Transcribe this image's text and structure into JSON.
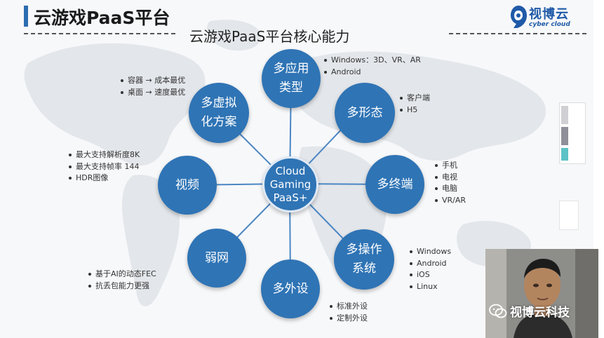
{
  "slide": {
    "title": "云游戏PaaS平台",
    "subtitle": "云游戏PaaS平台核心能力"
  },
  "logo": {
    "name_cn": "视博云",
    "name_en": "cyber cloud"
  },
  "center_node": {
    "label": "Cloud\nGaming\nPaaS+"
  },
  "nodes": {
    "app_types": {
      "label": "多应用\n类型",
      "bullets": [
        "Windows：3D、VR、AR",
        "Android"
      ]
    },
    "forms": {
      "label": "多形态",
      "bullets": [
        "客户端",
        "H5"
      ]
    },
    "terminals": {
      "label": "多终端",
      "bullets": [
        "手机",
        "电视",
        "电脑",
        "VR/AR"
      ]
    },
    "os": {
      "label": "多操作\n系统",
      "bullets": [
        "Windows",
        "Android",
        "iOS",
        "Linux"
      ]
    },
    "peripherals": {
      "label": "多外设",
      "bullets": [
        "标准外设",
        "定制外设"
      ]
    },
    "weak_network": {
      "label": "弱网",
      "bullets": [
        "基于AI的动态FEC",
        "抗丢包能力更强"
      ]
    },
    "video": {
      "label": "视频",
      "bullets": [
        "最大支持解析度8K",
        "最大支持帧率 144",
        "HDR图像"
      ]
    },
    "virtualization": {
      "label": "多虚拟\n化方案",
      "bullets": [
        "容器 → 成本最优",
        "桌面 → 速度最优"
      ]
    }
  },
  "watermark": {
    "text": "视博云科技",
    "icon": "wechat-icon"
  },
  "colors": {
    "node_blue": "#2f74b5",
    "accent_blue": "#2b6cb0",
    "logo_blue": "#1f5aa8"
  }
}
